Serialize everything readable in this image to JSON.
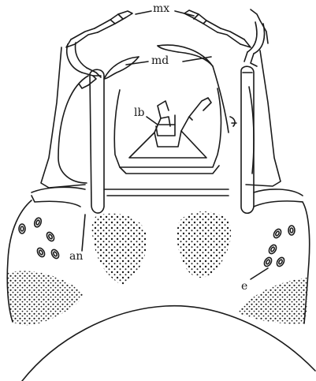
{
  "figure": {
    "labels": {
      "mx": "mx",
      "md": "md",
      "lb": "lb",
      "an": "an",
      "e": "e"
    },
    "ink_color": "#1a1a1a",
    "paper_color": "#ffffff"
  }
}
